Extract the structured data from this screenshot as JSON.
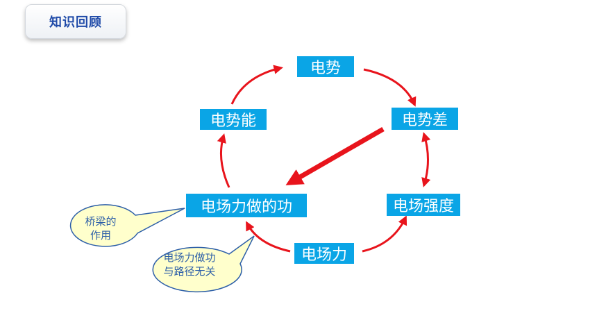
{
  "header": {
    "title": "知识回顾"
  },
  "nodes": {
    "potential": "电势",
    "potential_difference": "电势差",
    "potential_energy": "电势能",
    "field_work": "电场力做的功",
    "field_strength": "电场强度",
    "field_force": "电场力"
  },
  "callouts": {
    "bridge": "桥梁的\n作用",
    "path_independent": "电场力做功\n与路径无关"
  },
  "colors": {
    "node_fill": "#0aa5e6",
    "arrow": "#e8141c",
    "callout_fill": "#ffffcc",
    "callout_border": "#2d5fa8"
  }
}
